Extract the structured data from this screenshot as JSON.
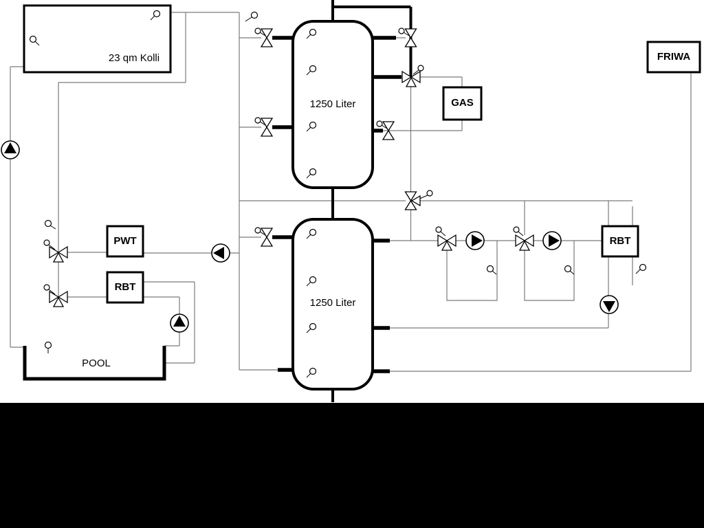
{
  "diagram": {
    "collector": {
      "label": "23 qm Kolli"
    },
    "buffer_tank_top": {
      "label": "1250 Liter"
    },
    "buffer_tank_bottom": {
      "label": "1250 Liter"
    },
    "pwt_heat_exchanger": {
      "label": "PWT"
    },
    "rbt_pool_heat_exchanger": {
      "label": "RBT"
    },
    "gas_boiler": {
      "label": "GAS"
    },
    "fresh_water_station": {
      "label": "FRIWA"
    },
    "rbt_heating_heat_exchanger": {
      "label": "RBT"
    },
    "pool": {
      "label": "POOL"
    }
  },
  "colors": {
    "canvas_bg": "#ffffff",
    "footer_bg": "#000000",
    "pipe_main": "#000000",
    "pipe_control": "#7a7a7a"
  }
}
